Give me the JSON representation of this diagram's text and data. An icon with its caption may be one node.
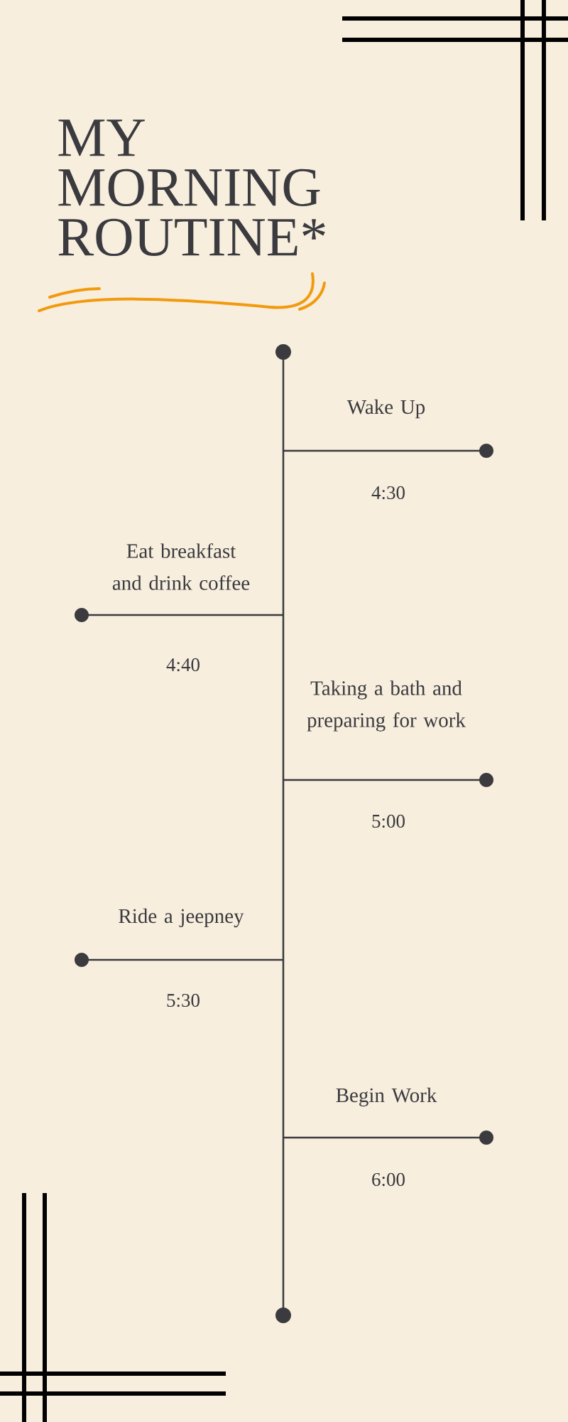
{
  "diagram": {
    "title": "MY MORNING ROUTINE*",
    "labels": [
      "Wake Up",
      "4:30",
      "Eat breakfast and drink coffee",
      "4:40",
      "Taking a bath and preparing for work",
      "5:00",
      "Ride a jeepney",
      "5:30",
      "Begin Work",
      "6:00"
    ]
  }
}
